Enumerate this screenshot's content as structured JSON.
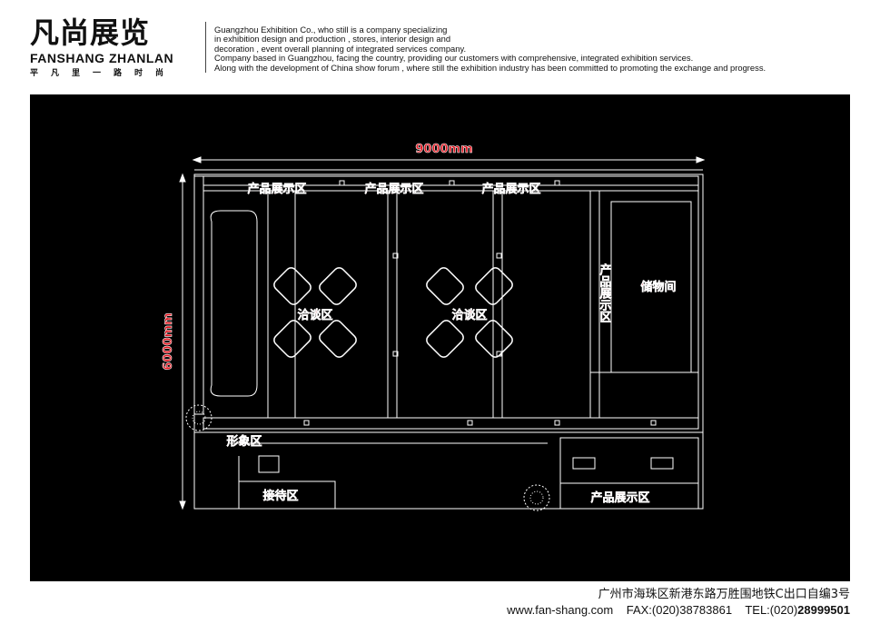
{
  "header": {
    "logo_cn": "凡尚展览",
    "logo_en": "FANSHANG ZHANLAN",
    "logo_slogan": "平凡里一路时尚",
    "intro_lines": [
      "Guangzhou Exhibition Co., who still is a company specializing",
      "in exhibition design and production , stores, interior design and",
      "decoration , event overall planning of integrated services company.",
      "Company based in Guangzhou, facing the country, providing our  customers with comprehensive, integrated exhibition services.",
      "Along with the development of China show forum , where still the exhibition industry has been committed to promoting the exchange and progress."
    ]
  },
  "plan": {
    "width_label": "9000mm",
    "height_label": "6000mm",
    "zones": {
      "display_top_1": "产品展示区",
      "display_top_2": "产品展示区",
      "display_top_3": "产品展示区",
      "display_right_vertical": "产品展示区",
      "storage": "储物间",
      "meeting_1": "洽谈区",
      "meeting_2": "洽谈区",
      "image_area": "形象区",
      "reception": "接待区",
      "display_bottom": "产品展示区"
    },
    "label_color": "#e0101a",
    "line_color": "#ffffff",
    "background": "#000000"
  },
  "footer": {
    "address": "广州市海珠区新港东路万胜围地铁C出口自编3号",
    "website": "www.fan-shang.com",
    "fax": "FAX:(020)38783861",
    "tel_prefix": "TEL:(020)",
    "tel_number": "28999501"
  }
}
